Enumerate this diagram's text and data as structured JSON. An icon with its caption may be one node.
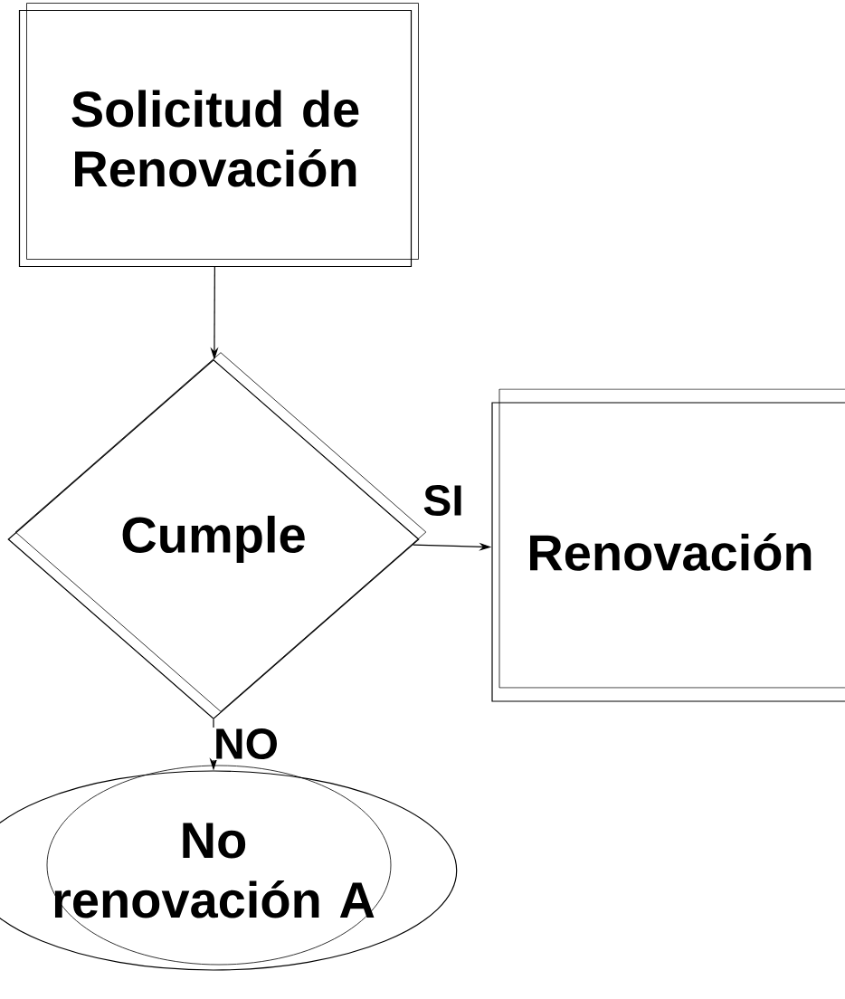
{
  "diagram": {
    "nodes": [
      {
        "text": [
          "Solicitud de Renovación"
        ]
      },
      {
        "text": [
          "Cumple"
        ]
      },
      {
        "text": [
          "Renovación"
        ]
      },
      {
        "text": [
          "No renovación A"
        ]
      }
    ],
    "edges": [
      {
        "from": 0,
        "to": 1,
        "arrow": "to"
      },
      {
        "from": 1,
        "to": 2,
        "arrow": "to",
        "label": "SI"
      },
      {
        "from": 1,
        "to": 3,
        "arrow": "to",
        "label": "NO"
      }
    ]
  }
}
